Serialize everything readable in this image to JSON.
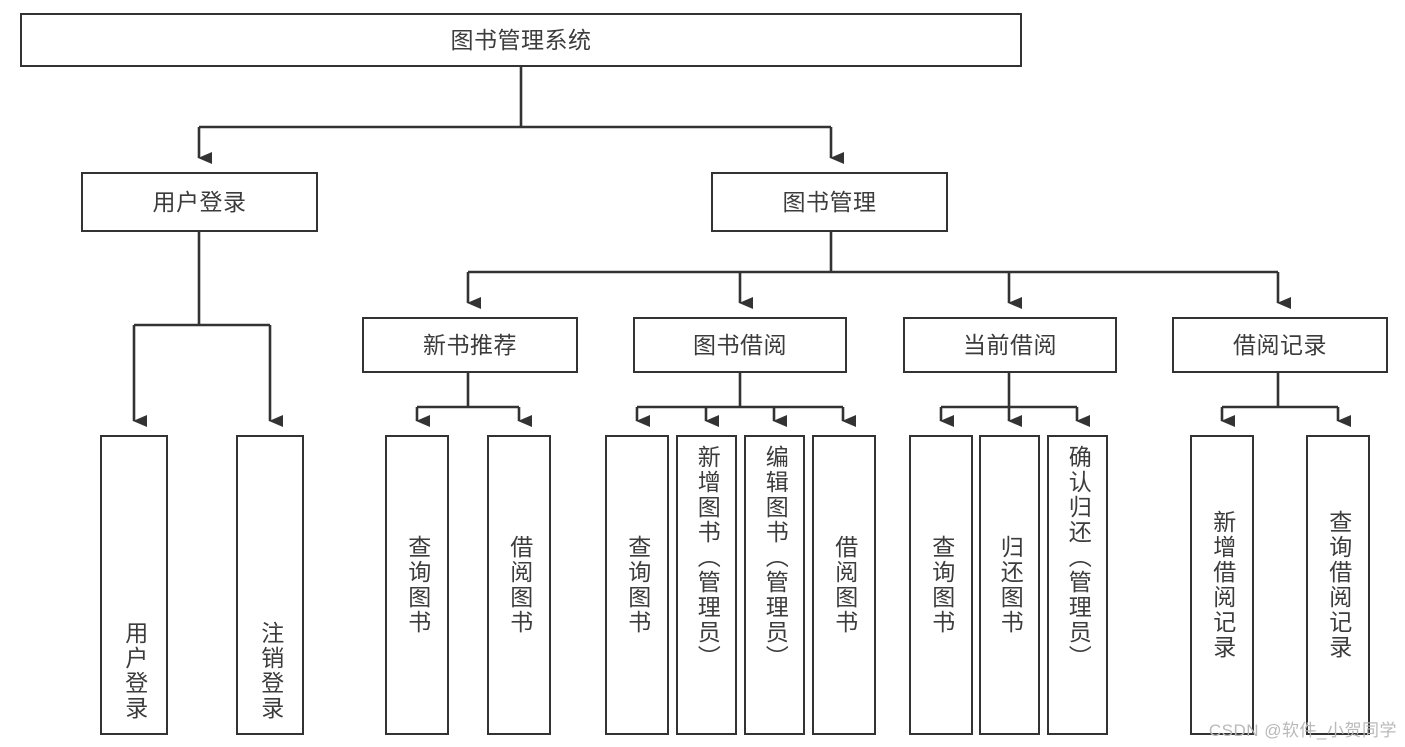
{
  "diagram": {
    "type": "tree-hierarchy-chart",
    "title": "图书管理系统",
    "root": {
      "id": "root",
      "label": "图书管理系统"
    },
    "level2": [
      {
        "id": "user-login",
        "label": "用户登录"
      },
      {
        "id": "book-manage",
        "label": "图书管理"
      }
    ],
    "level3": [
      {
        "id": "new-book-recommend",
        "label": "新书推荐"
      },
      {
        "id": "book-borrow",
        "label": "图书借阅"
      },
      {
        "id": "current-borrow",
        "label": "当前借阅"
      },
      {
        "id": "borrow-record",
        "label": "借阅记录"
      }
    ],
    "leaves": [
      {
        "id": "leaf-user-login",
        "label": "用户登录",
        "parent": "用户登录"
      },
      {
        "id": "leaf-user-logout",
        "label": "注销登录",
        "parent": "用户登录"
      },
      {
        "id": "leaf-query-book-1",
        "label": "查询图书",
        "parent": "新书推荐"
      },
      {
        "id": "leaf-borrow-book-1",
        "label": "借阅图书",
        "parent": "新书推荐"
      },
      {
        "id": "leaf-query-book-2",
        "label": "查询图书",
        "parent": "图书借阅"
      },
      {
        "id": "leaf-add-book",
        "label": "新增图书（管理员）",
        "parent": "图书借阅"
      },
      {
        "id": "leaf-edit-book",
        "label": "编辑图书（管理员）",
        "parent": "图书借阅"
      },
      {
        "id": "leaf-borrow-book-2",
        "label": "借阅图书",
        "parent": "图书借阅"
      },
      {
        "id": "leaf-query-book-3",
        "label": "查询图书",
        "parent": "当前借阅"
      },
      {
        "id": "leaf-return-book",
        "label": "归还图书",
        "parent": "当前借阅"
      },
      {
        "id": "leaf-confirm-return",
        "label": "确认归还（管理员）",
        "parent": "当前借阅"
      },
      {
        "id": "leaf-add-record",
        "label": "新增借阅记录",
        "parent": "借阅记录"
      },
      {
        "id": "leaf-query-record",
        "label": "查询借阅记录",
        "parent": "借阅记录"
      }
    ],
    "colors": {
      "border": "#333333",
      "text": "#3c3c3c",
      "background": "#ffffff",
      "watermark": "#b9b9b9"
    }
  },
  "watermark": {
    "text": "CSDN @软件_小贺同学"
  }
}
